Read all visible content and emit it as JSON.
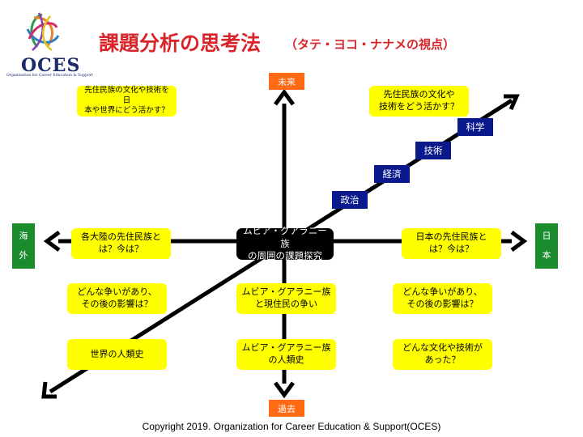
{
  "header": {
    "title": "課題分析の思考法",
    "subtitle": "（タテ・ヨコ・ナナメの視点）"
  },
  "logo": {
    "name": "OCES",
    "tagline": "Organization for Career Education & Support"
  },
  "axes": {
    "future": "未来",
    "past": "過去",
    "overseas": [
      "海",
      "外"
    ],
    "japan": [
      "日",
      "本"
    ]
  },
  "center": "ムビア・グアラニー族\nの周囲の課題探究",
  "diagonal_steps": [
    "政治",
    "経済",
    "技術",
    "科学"
  ],
  "boxes": {
    "top_left": "先住民族の文化や技術を日\n本や世界にどう活かす？",
    "top_right": "先住民族の文化や\n技術をどう活かす？",
    "mid_left": "各大陸の先住民族と\nは？今は？",
    "mid_right": "日本の先住民族と\nは？今は？",
    "conflict_left": "どんな争いがあり、\nその後の影響は？",
    "conflict_center": "ムビア・グアラニー族\nと現住民の争い",
    "conflict_right": "どんな争いがあり、\nその後の影響は？",
    "history_left": "世界の人類史",
    "history_center": "ムビア・グアラニー族\nの人類史",
    "history_right": "どんな文化や技術が\nあった？"
  },
  "footer": "Copyright 2019. Organization for Career Education & Support(OCES)",
  "colors": {
    "title": "#d9252a",
    "box": "#ffff00",
    "orange": "#ff6a13",
    "green": "#1a8c2e",
    "navy": "#0a1a8c"
  }
}
